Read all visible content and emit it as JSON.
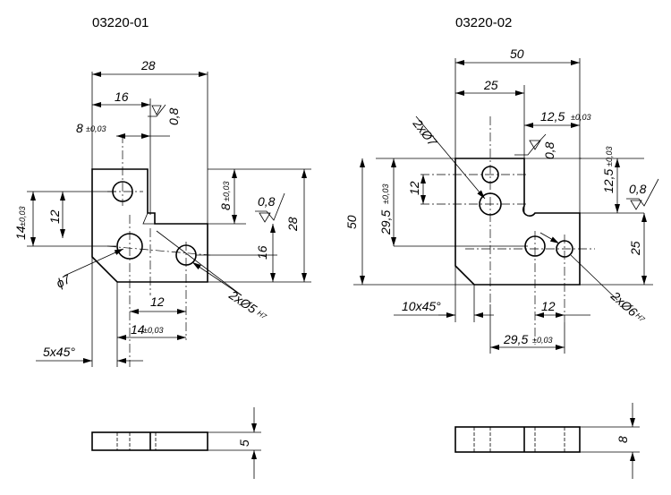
{
  "parts": [
    {
      "id": "03220-01",
      "dims": {
        "width_total": "28",
        "width_half": "16",
        "slot_offset": "8",
        "slot_offset_tol": "±0,03",
        "hole_pitch_v": "14",
        "hole_pitch_v_tol": "±0,03",
        "hole_gap_v": "12",
        "hole_dia": "ϕ7",
        "notch_depth": "8",
        "notch_depth_tol": "±0,03",
        "surface_finish": "0,8",
        "height_total": "28",
        "height_lower": "16",
        "hole_pitch_h": "12",
        "hole_offset_h": "14",
        "hole_offset_h_tol": "±0,03",
        "chamfer": "5x45°",
        "pin_holes": "2xØ5",
        "pin_holes_fit": "H7",
        "thickness": "5"
      }
    },
    {
      "id": "03220-02",
      "dims": {
        "width_total": "50",
        "width_half": "25",
        "slot_offset": "12,5",
        "slot_offset_tol": "±0,03",
        "hole_dia_pair": "2xØ7",
        "surface_finish_top": "0,8",
        "hole_gap_v": "12",
        "hole_pitch_v": "29,5",
        "hole_pitch_v_tol": "±0,03",
        "height_total": "50",
        "slot_depth": "12,5",
        "slot_depth_tol": "±0,03",
        "surface_finish_right": "0,8",
        "height_lower": "25",
        "chamfer": "10x45°",
        "hole_pitch_h": "12",
        "hole_offset_h": "29,5",
        "hole_offset_h_tol": "±0,03",
        "pin_holes": "2xØ6",
        "pin_holes_fit": "H7",
        "thickness": "8"
      }
    }
  ]
}
